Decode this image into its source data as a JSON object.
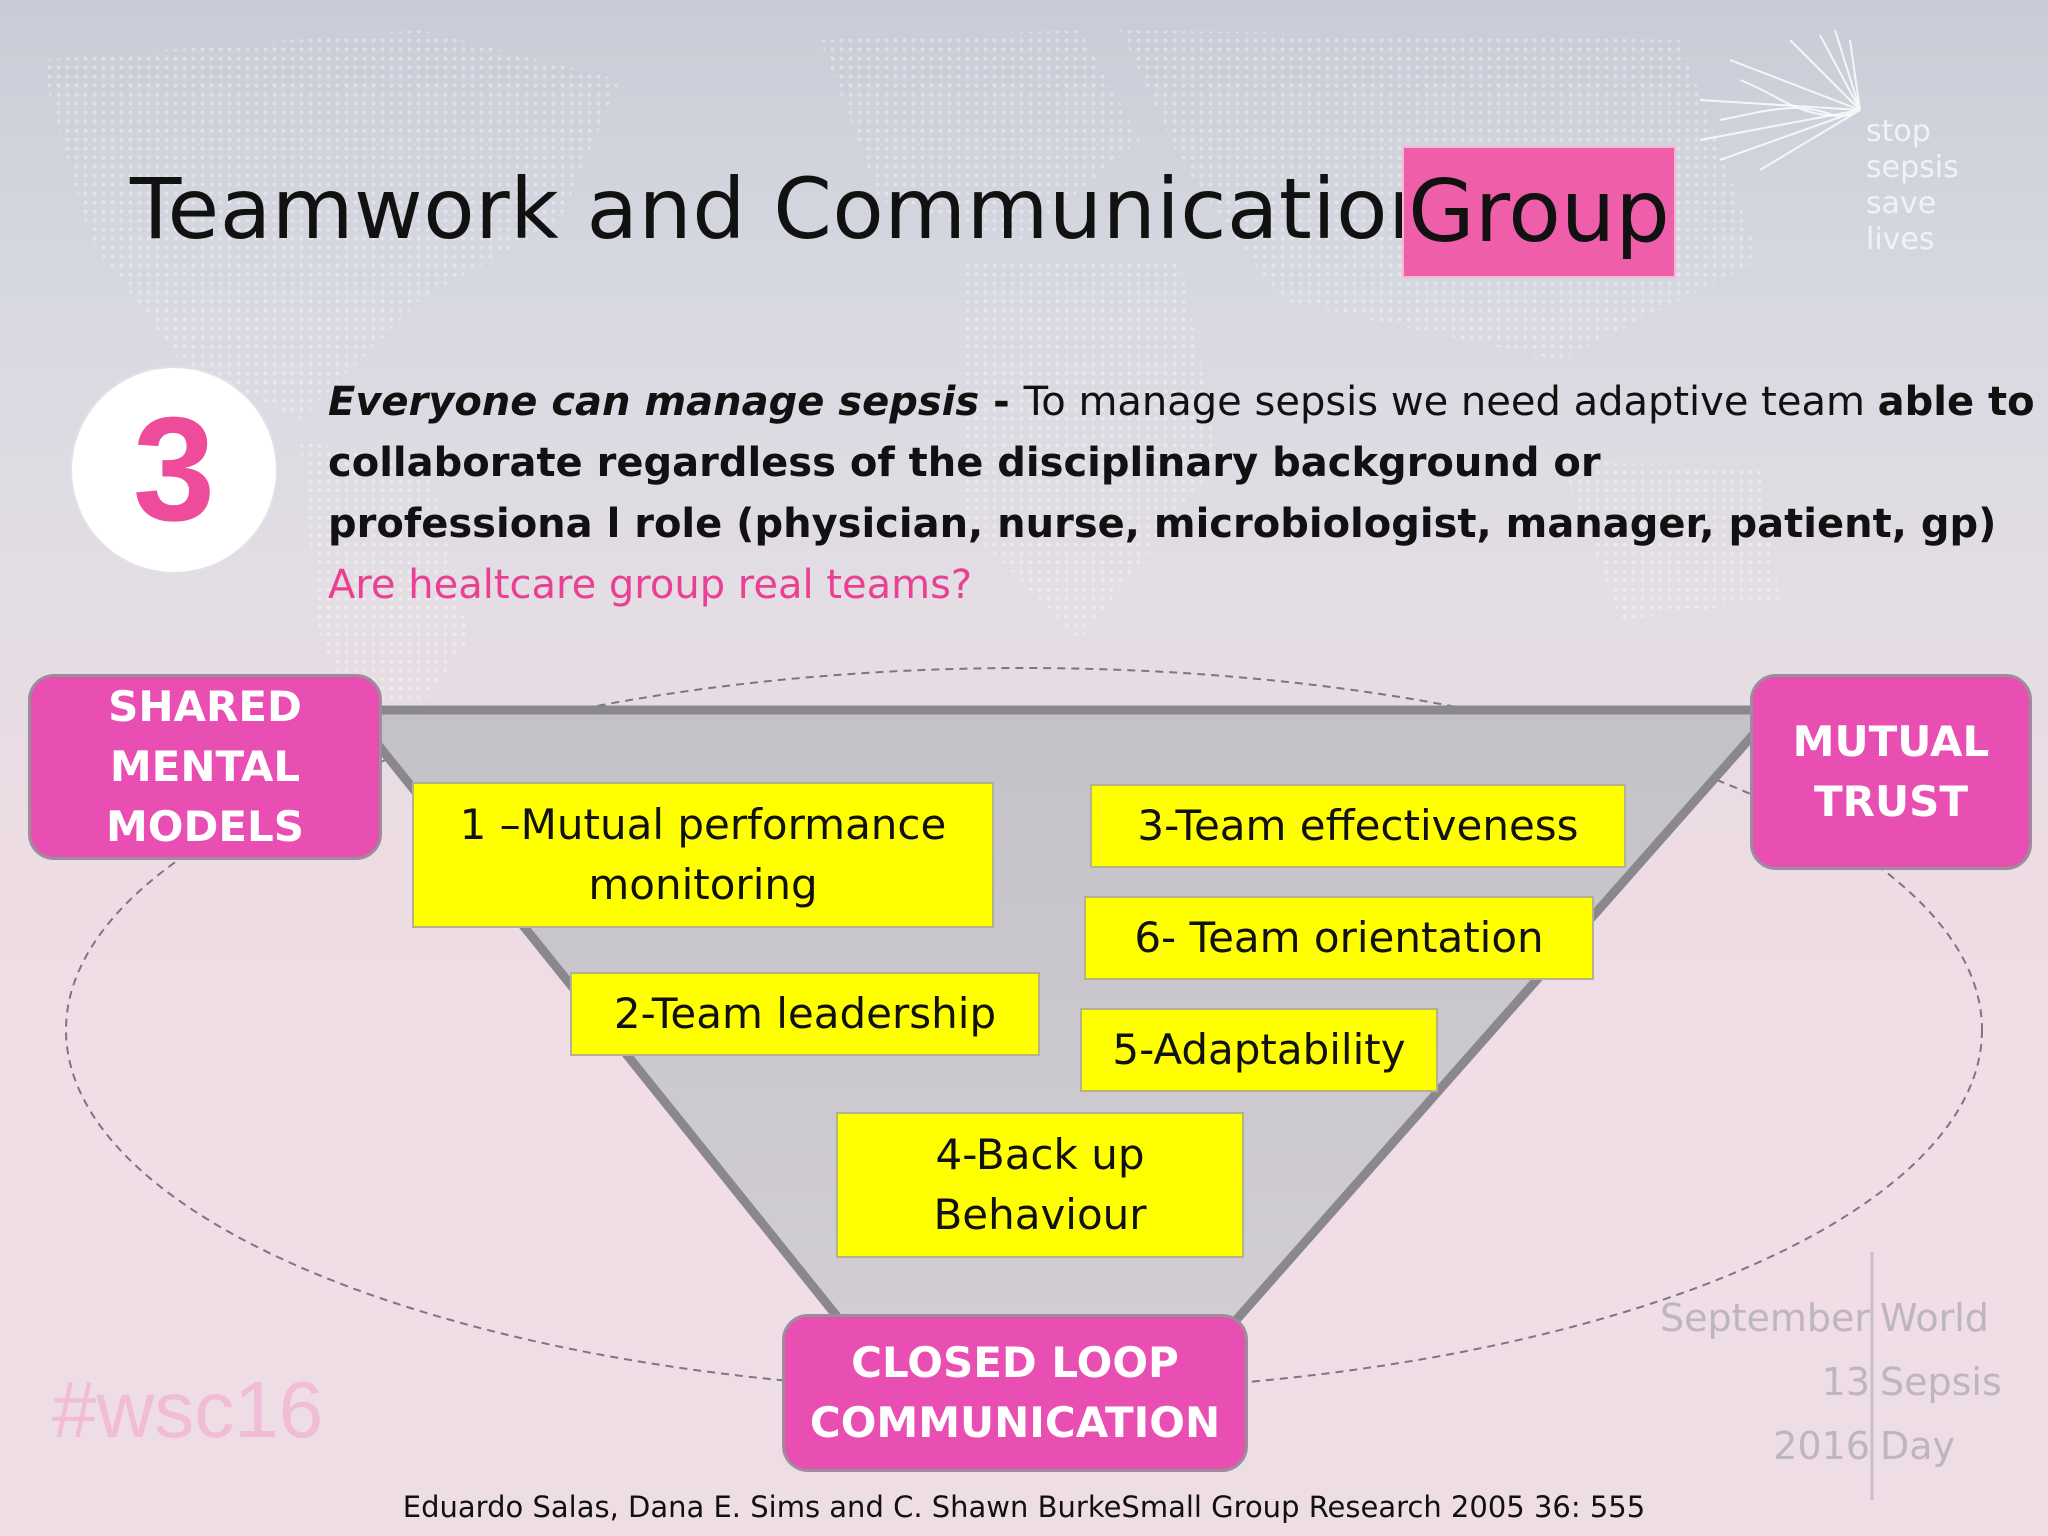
{
  "title": {
    "text": "Teamwork and Communication –",
    "highlight": "Group"
  },
  "logo": {
    "lines": [
      "stop",
      "sepsis",
      "save",
      "lives"
    ],
    "icon": "starburst-logo-icon"
  },
  "badge_number": "3",
  "intro": {
    "line1_italic": "Everyone can manage  sepsis",
    "line1_dash": " - ",
    "line1_regular": "To manage sepsis we need adaptive team ",
    "line1_bold": "able to",
    "line2": "collaborate regardless of the disciplinary background or",
    "line3": "professiona l role (physician, nurse, microbiologist, manager, patient, gp)",
    "question": "Are healtcare group real teams?"
  },
  "corners": {
    "shared": [
      "SHARED",
      "MENTAL",
      "MODELS"
    ],
    "trust": [
      "MUTUAL",
      "TRUST"
    ],
    "closed": [
      "CLOSED LOOP",
      "COMMUNICATION"
    ]
  },
  "components": {
    "c1": [
      "1 –Mutual performance",
      "monitoring"
    ],
    "c2": "2-Team leadership",
    "c3": "3-Team effectiveness",
    "c4": [
      "4-Back up",
      "Behaviour"
    ],
    "c5": "5-Adaptability",
    "c6": "6- Team orientation"
  },
  "hashtag": "#wsc16",
  "event": {
    "left": [
      "September",
      "13",
      "2016"
    ],
    "right": [
      "World",
      "Sepsis",
      "Day"
    ]
  },
  "citation": "Eduardo Salas, Dana E. Sims and C. Shawn BurkeSmall Group Research 2005 36: 555",
  "colors": {
    "accent_pink": "#e94fb2",
    "highlight_yellow": "#ffff00",
    "triangle_gray": "#c9c7cc"
  }
}
